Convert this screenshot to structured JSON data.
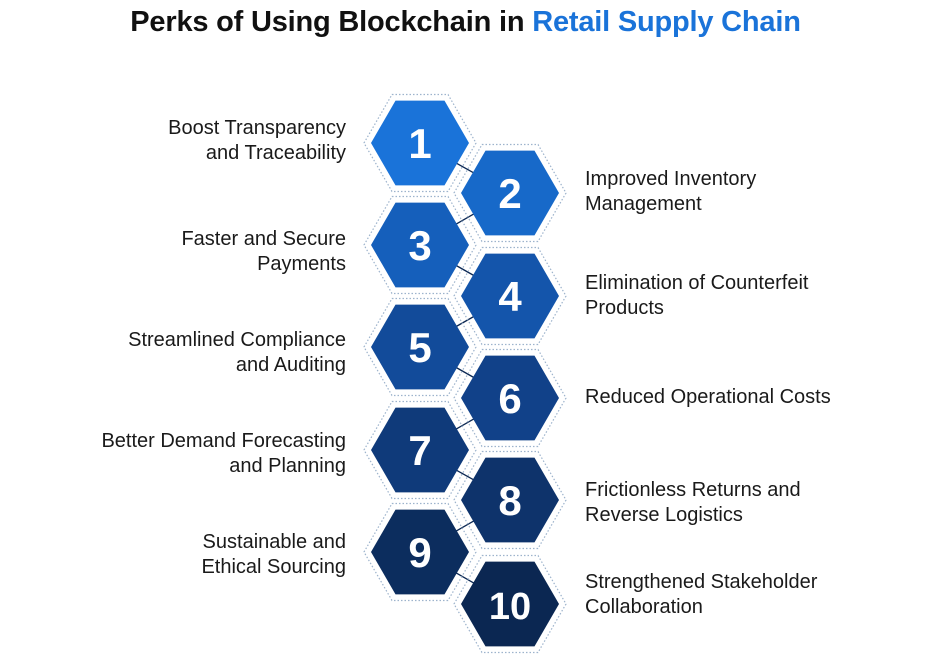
{
  "title": {
    "main": "Perks of Using Blockchain in",
    "accent": "Retail Supply Chain"
  },
  "steps": [
    {
      "number": "1",
      "label": "Boost Transparency\nand Traceability",
      "color": "#1a73d9"
    },
    {
      "number": "2",
      "label": "Improved Inventory\nManagement",
      "color": "#1769c9"
    },
    {
      "number": "3",
      "label": "Faster and Secure\nPayments",
      "color": "#155fbb"
    },
    {
      "number": "4",
      "label": "Elimination of Counterfeit\nProducts",
      "color": "#1455ab"
    },
    {
      "number": "5",
      "label": "Streamlined Compliance\nand Auditing",
      "color": "#124b9a"
    },
    {
      "number": "6",
      "label": "Reduced Operational Costs",
      "color": "#114189"
    },
    {
      "number": "7",
      "label": "Better Demand Forecasting\nand Planning",
      "color": "#0f3a7a"
    },
    {
      "number": "8",
      "label": "Frictionless Returns and\nReverse Logistics",
      "color": "#0e336b"
    },
    {
      "number": "9",
      "label": "Sustainable and\nEthical Sourcing",
      "color": "#0c2d5e"
    },
    {
      "number": "10",
      "label": "Strengthened Stakeholder\nCollaboration",
      "color": "#0b2752"
    }
  ]
}
